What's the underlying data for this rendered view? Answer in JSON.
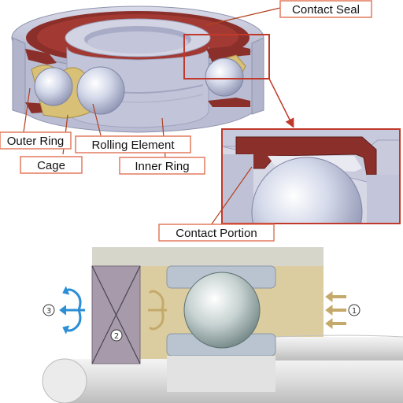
{
  "labels": {
    "contact_seal": "Contact Seal",
    "outer_ring": "Outer Ring",
    "rolling_element": "Rolling Element",
    "cage": "Cage",
    "inner_ring": "Inner Ring",
    "contact_portion": "Contact Portion"
  },
  "markers": {
    "left": "3",
    "middle": "2",
    "right": "1"
  },
  "colors": {
    "callout_border": "#e27a5f",
    "leader_line": "#b3401f",
    "detail_box": "#c0392b",
    "seal": "#8b2f2a",
    "cage": "#d8c077",
    "ring_steel": "#c4c6da",
    "ball": "#a9b5b4",
    "seal_block": "#a69aab",
    "spacer": "#dccda0",
    "arrow_blue": "#2b8fd6",
    "arrow_tan": "#c4a96a"
  }
}
